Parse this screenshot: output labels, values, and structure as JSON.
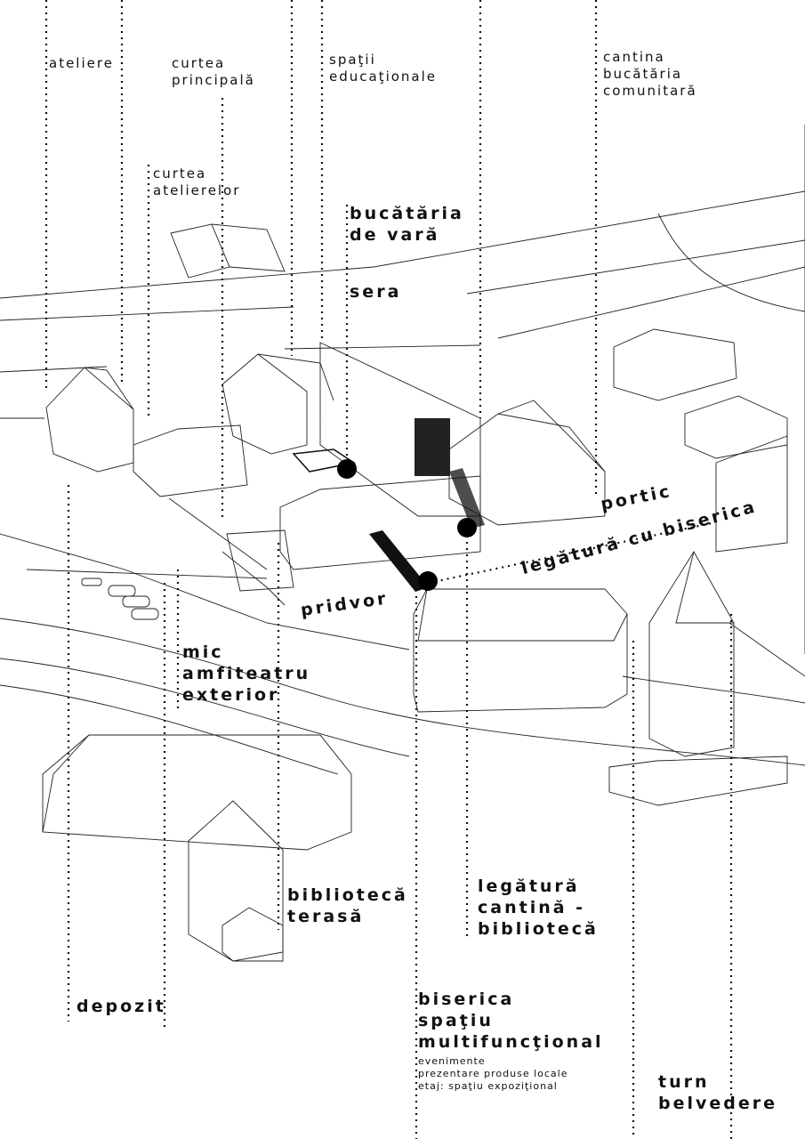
{
  "labels": {
    "ateliere": "ateliere",
    "curtea_principala": "curtea\nprincipală",
    "spatii_educationale": "spaţii\neducaţionale",
    "cantina": "cantina\nbucătăria\ncomunitară",
    "curtea_atelierelor": "curtea\natelierelor",
    "bucataria_de_vara": "bucătăria\nde vară",
    "sera": "sera",
    "portic": "portic",
    "legatura_cu_biserica": "legătură cu biserica",
    "pridvor": "pridvor",
    "mic_amfiteatru": "mic\namfiteatru\nexterior",
    "biblioteca_terasa": "bibliotecă\nterasă",
    "legatura_cantina_biblioteca": "legătură\ncantină -\nbibliotecă",
    "depozit": "depozit",
    "biserica": "biserica\nspaţiu\nmultifuncţional",
    "biserica_details": "evenimente\nprezentare produse locale\netaj: spaţiu expoziţional",
    "turn_belvedere": "turn\nbelvedere"
  },
  "colors": {
    "ink": "#111111",
    "background": "#ffffff"
  }
}
